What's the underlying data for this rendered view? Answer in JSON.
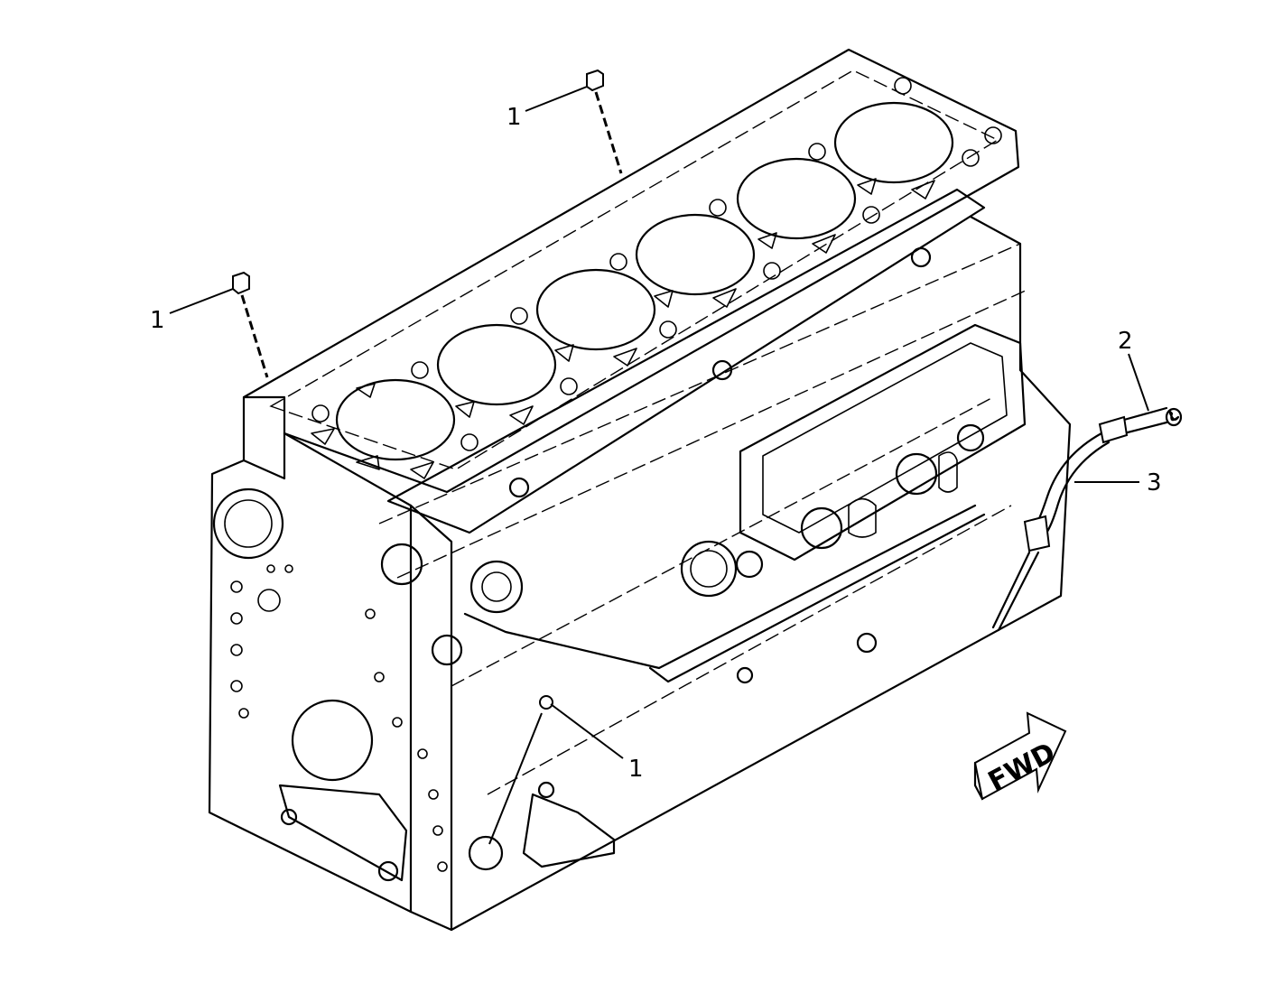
{
  "callouts": [
    {
      "id": "callout-1-top",
      "label": "1"
    },
    {
      "id": "callout-1-left",
      "label": "1"
    },
    {
      "id": "callout-1-bottom",
      "label": "1"
    },
    {
      "id": "callout-2",
      "label": "2"
    },
    {
      "id": "callout-3",
      "label": "3"
    }
  ],
  "direction_arrow": {
    "label": "FWD"
  }
}
